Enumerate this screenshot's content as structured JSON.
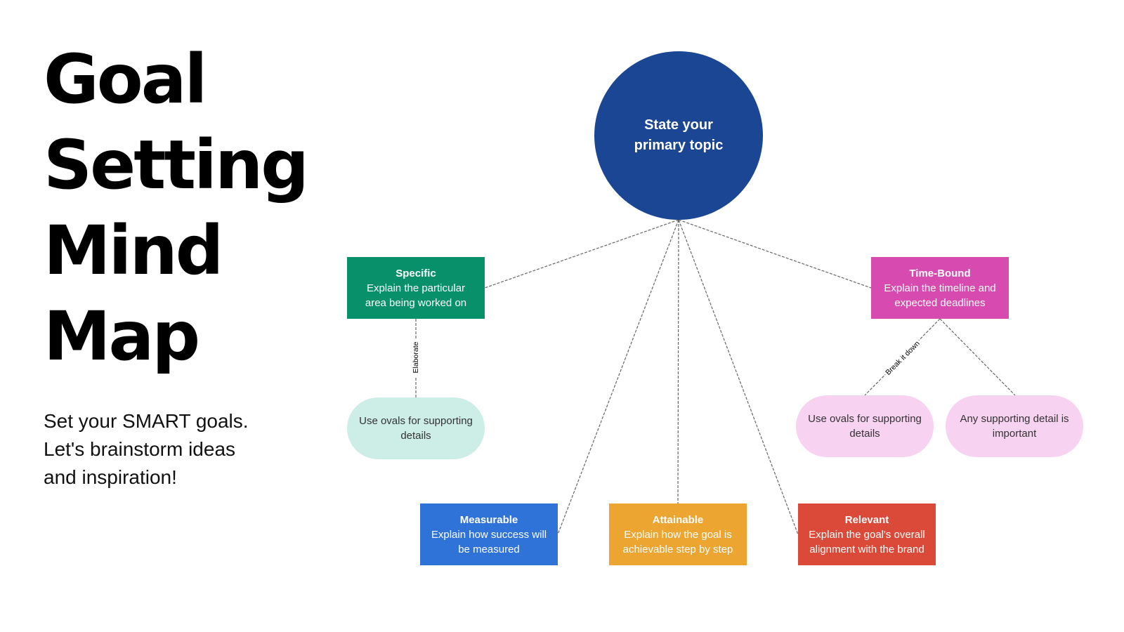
{
  "title": {
    "lines": [
      "Goal",
      "Setting",
      "Mind",
      "Map"
    ]
  },
  "subtitle": {
    "lines": [
      "Set your SMART goals.",
      "Let's brainstorm ideas",
      "and inspiration!"
    ]
  },
  "hub": {
    "lines": [
      "State your",
      "primary topic"
    ]
  },
  "nodes": {
    "specific": {
      "title": "Specific",
      "lines": [
        "Explain the particular",
        "area being worked on"
      ]
    },
    "time_bound": {
      "title": "Time-Bound",
      "lines": [
        "Explain the timeline and",
        "expected deadlines"
      ]
    },
    "measurable": {
      "title": "Measurable",
      "lines": [
        "Explain how success will",
        "be measured"
      ]
    },
    "attainable": {
      "title": "Attainable",
      "lines": [
        "Explain how the goal is",
        "achievable step by step"
      ]
    },
    "relevant": {
      "title": "Relevant",
      "lines": [
        "Explain the goal's overall",
        "alignment with the brand"
      ]
    }
  },
  "ovals": {
    "specific_detail": {
      "lines": [
        "Use ovals for supporting",
        "details"
      ]
    },
    "time_detail_left": {
      "lines": [
        "Use ovals for supporting",
        "details"
      ]
    },
    "time_detail_right": {
      "lines": [
        "Any supporting detail is",
        "important"
      ]
    }
  },
  "connector_labels": {
    "elaborate": "Elaborate",
    "break_it_down": "Break it down"
  },
  "colors": {
    "hub": "#1a4694",
    "specific": "#07906a",
    "time_bound": "#d74bb1",
    "measurable": "#2f73d9",
    "attainable": "#eba530",
    "relevant": "#db4a38",
    "oval_green": "#cdeee6",
    "oval_pink": "#f8d2f1"
  }
}
